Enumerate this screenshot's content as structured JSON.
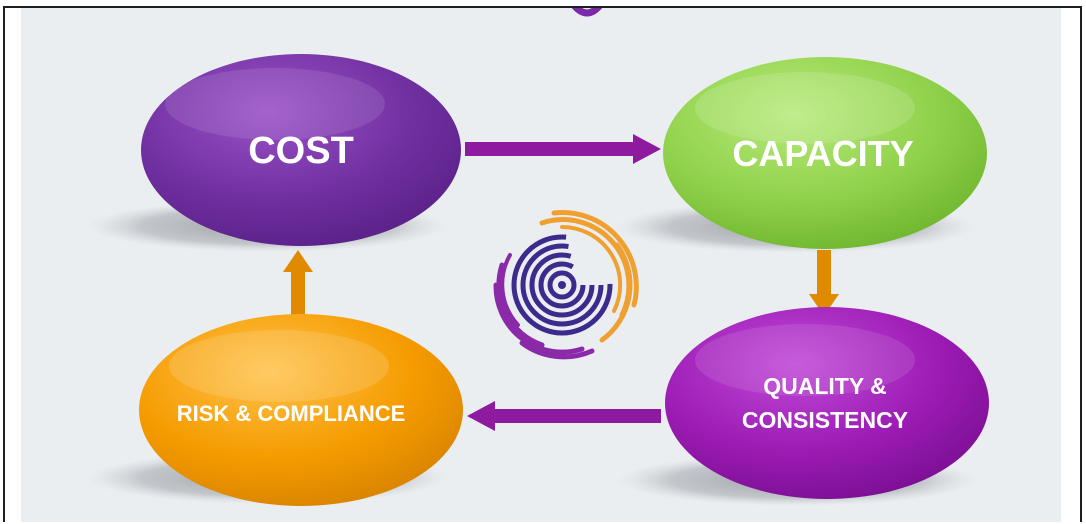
{
  "nodes": {
    "cost": {
      "label": "COST",
      "color": "#7030a0"
    },
    "capacity": {
      "label": "CAPACITY",
      "color": "#92d050"
    },
    "quality": {
      "label_line1": "QUALITY &",
      "label_line2": "CONSISTENCY",
      "color": "#9c1bb4"
    },
    "risk": {
      "label": "RISK & COMPLIANCE",
      "color": "#f59b00"
    }
  },
  "arrows": {
    "cost_to_capacity": {
      "color": "#8e1aa0"
    },
    "capacity_to_quality": {
      "color": "#e08a00"
    },
    "quality_to_risk": {
      "color": "#8e1aa0"
    },
    "risk_to_cost": {
      "color": "#e08a00"
    }
  },
  "logo": {
    "name": "concentric-spiral-logo",
    "colors": [
      "#f0a030",
      "#8a2aa8",
      "#3c2a8c"
    ]
  }
}
